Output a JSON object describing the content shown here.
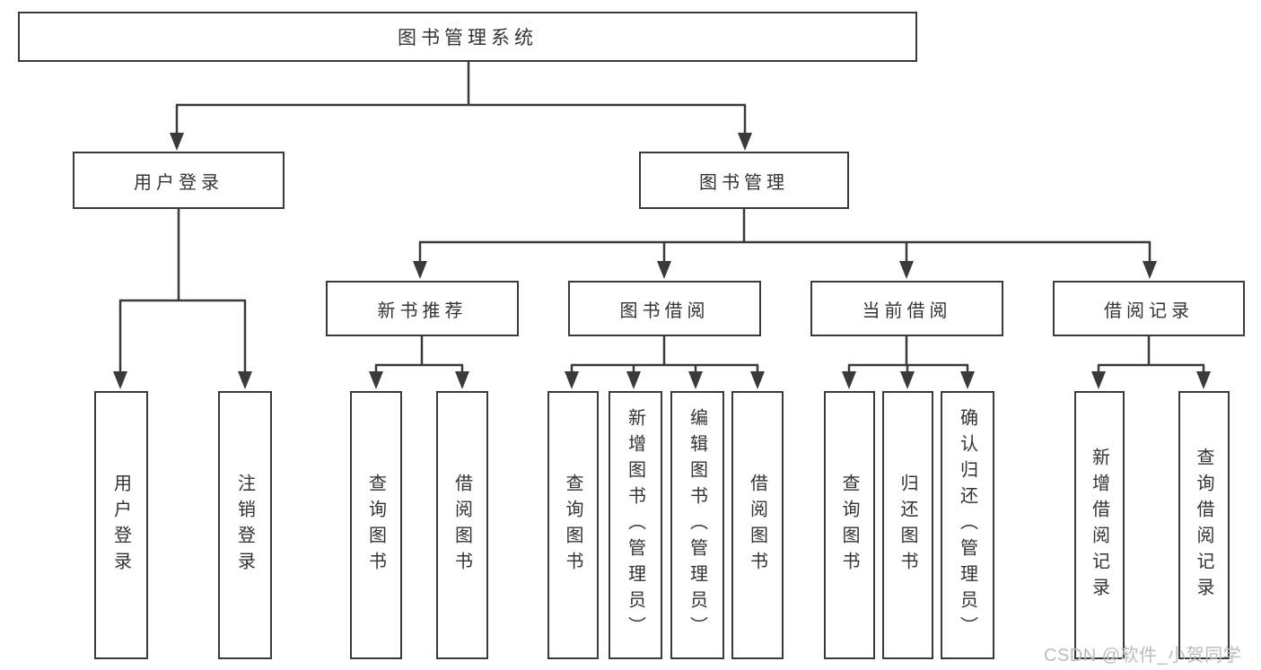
{
  "diagram": {
    "nodes": {
      "root": "图书管理系统",
      "user_login": "用户登录",
      "book_management": "图书管理",
      "new_book_recommend": "新书推荐",
      "book_borrow": "图书借阅",
      "current_borrow": "当前借阅",
      "borrow_records": "借阅记录"
    },
    "leaves": {
      "user_login": [
        "用户登录",
        "注销登录"
      ],
      "new_book_recommend": [
        "查询图书",
        "借阅图书"
      ],
      "book_borrow": [
        "查询图书",
        "新增图书（管理员）",
        "编辑图书（管理员）",
        "借阅图书"
      ],
      "current_borrow": [
        "查询图书",
        "归还图书",
        "确认归还（管理员）"
      ],
      "borrow_records": [
        "新增借阅记录",
        "查询借阅记录"
      ]
    },
    "watermark": "CSDN @软件_小贺同学",
    "colors": {
      "line": "#3a3a3a",
      "text": "#333333",
      "watermark": "#bcbcbc",
      "background": "#ffffff"
    }
  }
}
